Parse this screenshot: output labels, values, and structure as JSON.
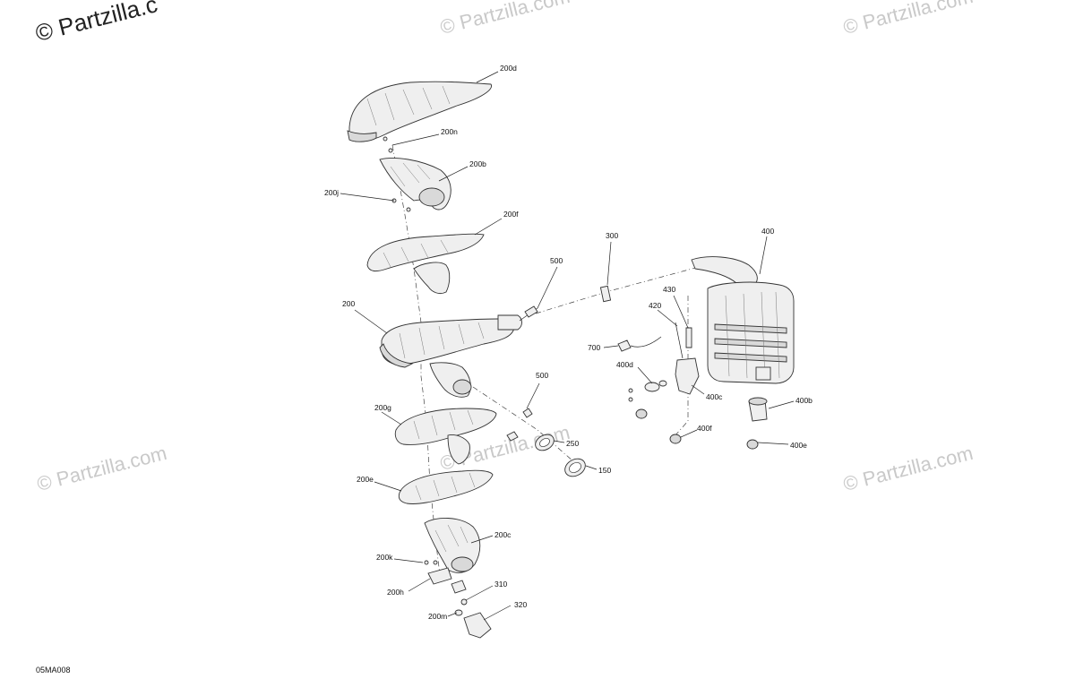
{
  "watermarks": {
    "top_left": "© Partzilla.c",
    "repeat": "© Partzilla.com"
  },
  "diagram_code": "05MA008",
  "callouts": {
    "c200d": "200d",
    "c200n": "200n",
    "c200b": "200b",
    "c200j": "200j",
    "c200f": "200f",
    "c300": "300",
    "c400": "400",
    "c500a": "500",
    "c430": "430",
    "c420": "420",
    "c200": "200",
    "c700": "700",
    "c400d": "400d",
    "c400c": "400c",
    "c500b": "500",
    "c400b": "400b",
    "c200g": "200g",
    "c400f": "400f",
    "c400e": "400e",
    "c250": "250",
    "c150": "150",
    "c200e": "200e",
    "c200c": "200c",
    "c200k": "200k",
    "c200h": "200h",
    "c310": "310",
    "c200m": "200m",
    "c320": "320"
  }
}
